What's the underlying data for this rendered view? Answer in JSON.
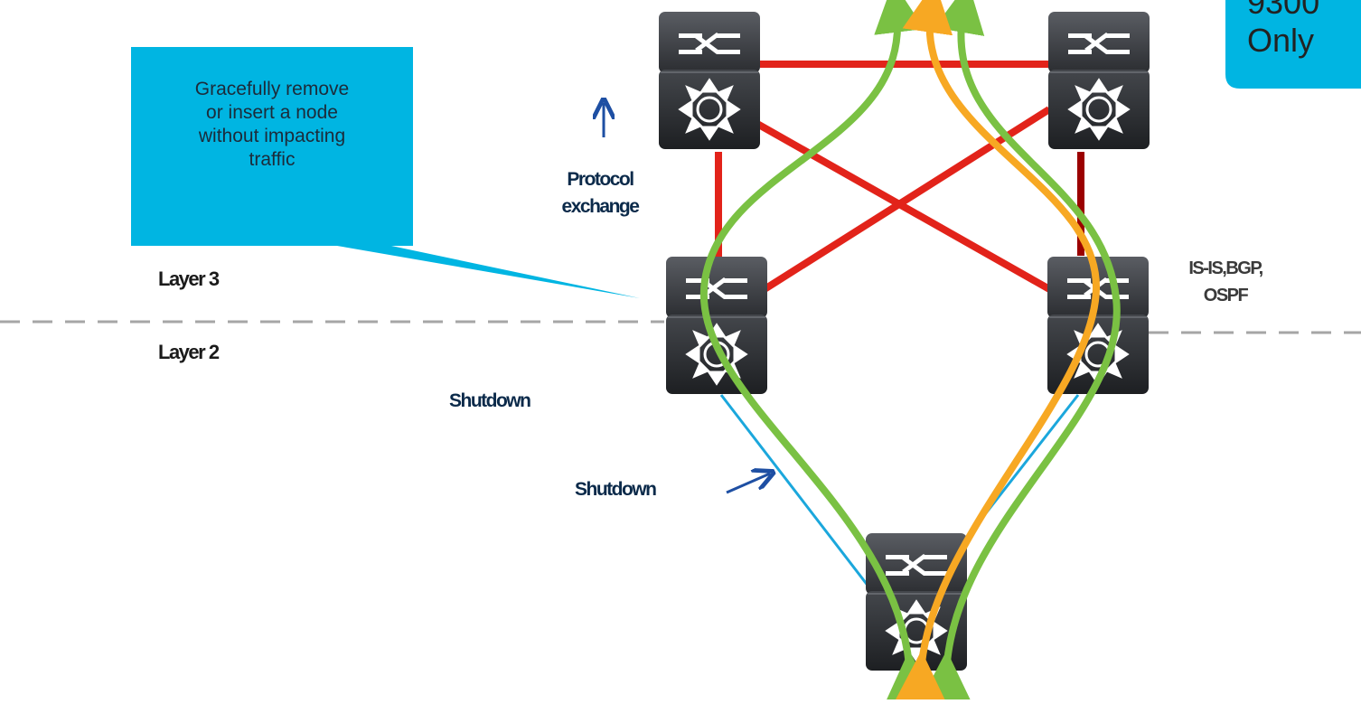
{
  "corner_box": {
    "line1": "9300",
    "line2": "Only"
  },
  "callout": {
    "lines": [
      "Gracefully remove",
      "or insert a node",
      "without impacting",
      "traffic"
    ],
    "color": "#00B5E2"
  },
  "labels": {
    "protocol_exchange": [
      "Protocol",
      "exchange"
    ],
    "layer3": "Layer 3",
    "layer2": "Layer 2",
    "shutdown_upper": "Shutdown",
    "shutdown_lower": "Shutdown",
    "protocols": [
      "IS-IS,BGP,",
      "OSPF"
    ]
  },
  "colors": {
    "link_red": "#E2231A",
    "link_dark_red": "#9B0000",
    "link_blue": "#1BA7DC",
    "flow_green": "#7AC143",
    "flow_orange": "#F7A823",
    "arrow_blue": "#1E4FA3"
  },
  "icons": [
    "switch-icon"
  ]
}
